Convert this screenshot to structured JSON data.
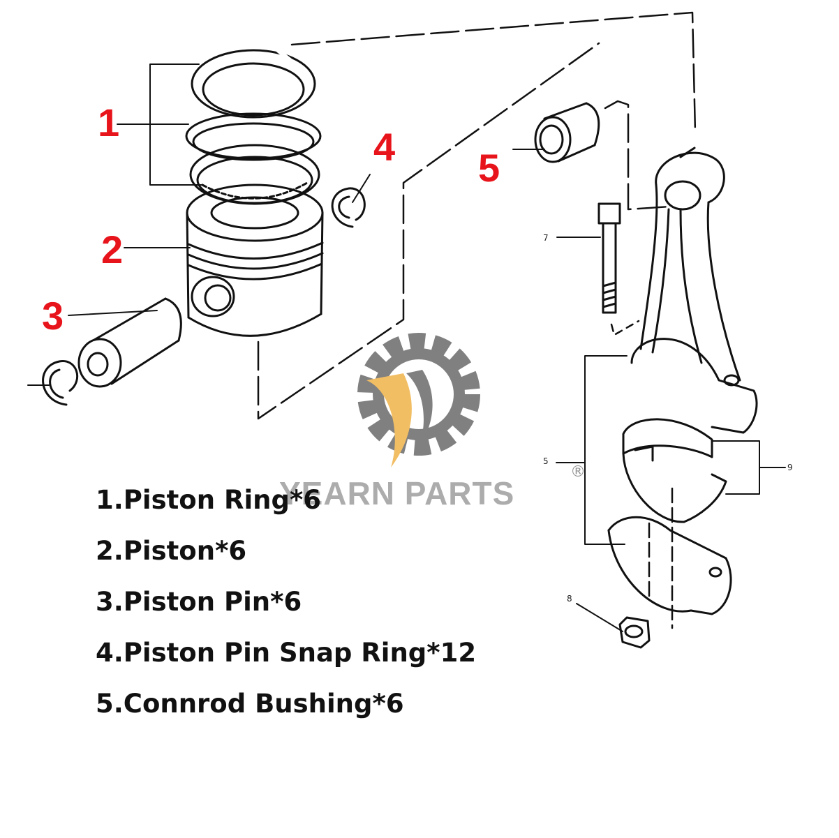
{
  "colors": {
    "callout": "#e8141b",
    "line": "#111111",
    "watermark_gear": "#6a6a6a",
    "watermark_flame": "#f0b34a"
  },
  "callouts": {
    "c1": "1",
    "c2": "2",
    "c3": "3",
    "c4": "4",
    "c5": "5"
  },
  "small_callouts": {
    "s5": "5",
    "s7": "7",
    "s8": "8",
    "s9": "9"
  },
  "legend": [
    "1.Piston Ring*6",
    "2.Piston*6",
    "3.Piston Pin*6",
    "4.Piston Pin Snap Ring*12",
    "5.Connrod Bushing*6"
  ],
  "watermark": {
    "text": "YEARN PARTS",
    "registered": "®"
  }
}
